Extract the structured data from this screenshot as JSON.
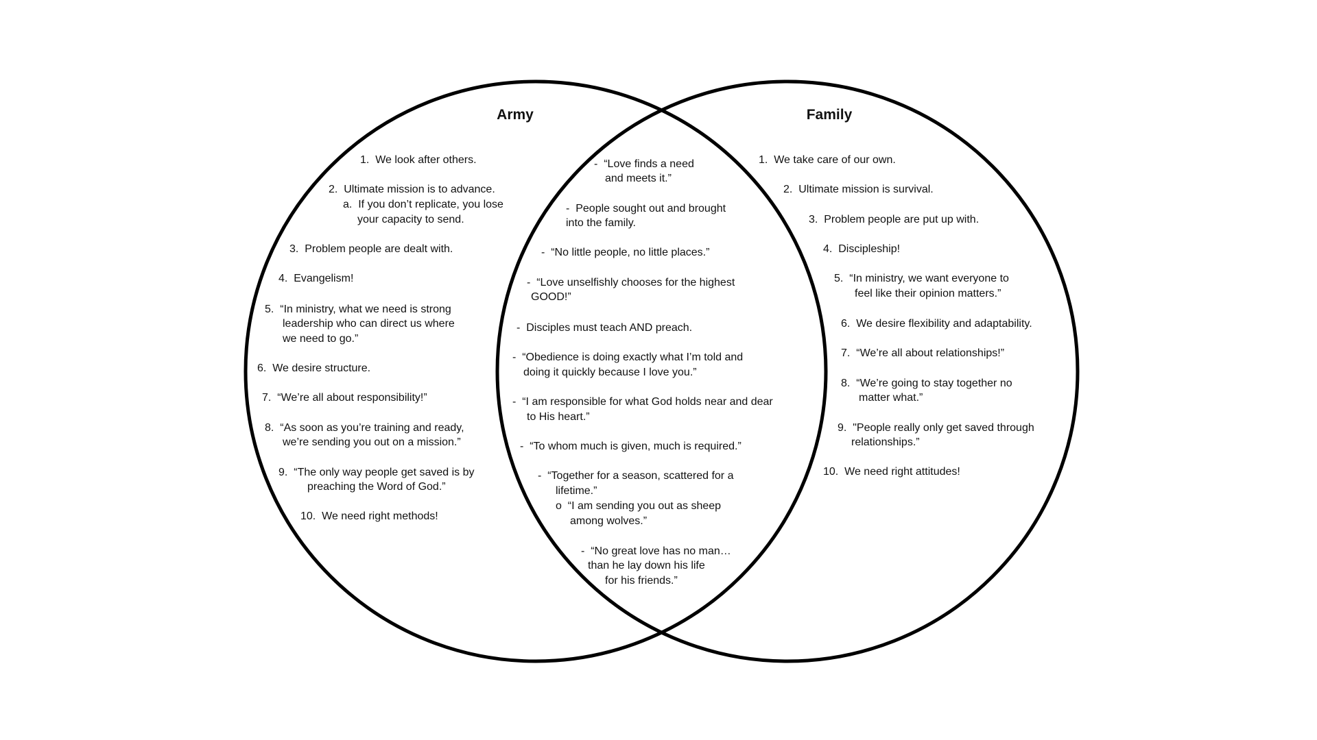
{
  "army": {
    "title": "Army",
    "items": [
      {
        "lines": [
          "1.  We look after others."
        ]
      },
      {
        "lines": [
          "2.  Ultimate mission is to advance.",
          "a.  If you don’t replicate, you lose",
          "your capacity to send."
        ]
      },
      {
        "lines": [
          "3.  Problem people are dealt with."
        ]
      },
      {
        "lines": [
          "4.  Evangelism!"
        ]
      },
      {
        "lines": [
          "5.  “In ministry, what we need is strong",
          "leadership who can direct us where",
          "we need to go.”"
        ]
      },
      {
        "lines": [
          "6.  We desire structure."
        ]
      },
      {
        "lines": [
          "7.  “We’re all about responsibility!”"
        ]
      },
      {
        "lines": [
          "8.  “As soon as you’re training and ready,",
          "we’re sending you out on a mission.”"
        ]
      },
      {
        "lines": [
          "9.  “The only way people get saved is by",
          "preaching the Word of God.”"
        ]
      },
      {
        "lines": [
          "10.  We need right methods!"
        ]
      }
    ]
  },
  "shared": {
    "items": [
      {
        "lines": [
          "-  “Love finds a need",
          "and meets it.”"
        ]
      },
      {
        "lines": [
          "-  People sought out and brought",
          "into the family."
        ]
      },
      {
        "lines": [
          "-  “No little people, no little places.”"
        ]
      },
      {
        "lines": [
          "-  “Love unselfishly chooses for the highest",
          "GOOD!”"
        ]
      },
      {
        "lines": [
          "-  Disciples must teach AND preach."
        ]
      },
      {
        "lines": [
          "-  “Obedience is doing exactly what I’m told and",
          "doing it quickly because I love you.”"
        ]
      },
      {
        "lines": [
          "-  “I am responsible for what God holds near and dear",
          "to His heart.”"
        ]
      },
      {
        "lines": [
          "-  “To whom much is given, much is required.”"
        ]
      },
      {
        "lines": [
          "-  “Together for a season, scattered for a",
          "lifetime.”",
          "o  “I am sending you out as sheep",
          "among wolves.”"
        ]
      },
      {
        "lines": [
          "-  “No great love has no man…",
          "than he lay down his life",
          "for his friends.”"
        ]
      }
    ]
  },
  "family": {
    "title": "Family",
    "items": [
      {
        "lines": [
          "1.  We take care of our own."
        ]
      },
      {
        "lines": [
          "2.  Ultimate mission is survival."
        ]
      },
      {
        "lines": [
          "3.  Problem people are put up with."
        ]
      },
      {
        "lines": [
          "4.  Discipleship!"
        ]
      },
      {
        "lines": [
          "5.  “In ministry, we want everyone to",
          "feel like their opinion matters.”"
        ]
      },
      {
        "lines": [
          "6.  We desire flexibility and adaptability."
        ]
      },
      {
        "lines": [
          "7.  “We’re all about relationships!”"
        ]
      },
      {
        "lines": [
          "8.  “We’re going to stay together no",
          "matter what.”"
        ]
      },
      {
        "lines": [
          "9.  \"People really only get saved through",
          "relationships.”"
        ]
      },
      {
        "lines": [
          "10.  We need right attitudes!"
        ]
      }
    ]
  },
  "colors": {
    "stroke": "#000000",
    "text": "#111111",
    "background": "#ffffff"
  }
}
